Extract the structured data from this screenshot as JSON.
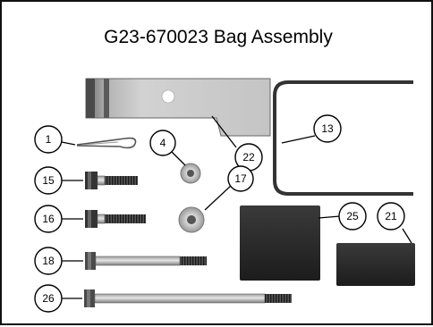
{
  "title": "G23-670023 Bag Assembly",
  "callouts": {
    "c1": "1",
    "c4": "4",
    "c13": "13",
    "c15": "15",
    "c16": "16",
    "c17": "17",
    "c18": "18",
    "c21": "21",
    "c22": "22",
    "c25": "25",
    "c26": "26"
  },
  "colors": {
    "steel_light": "#cfcfcf",
    "steel_dark": "#6a6a6a",
    "bolt_dark": "#303030",
    "block_dark": "#2a2a2a",
    "ubolt": "#333333"
  }
}
